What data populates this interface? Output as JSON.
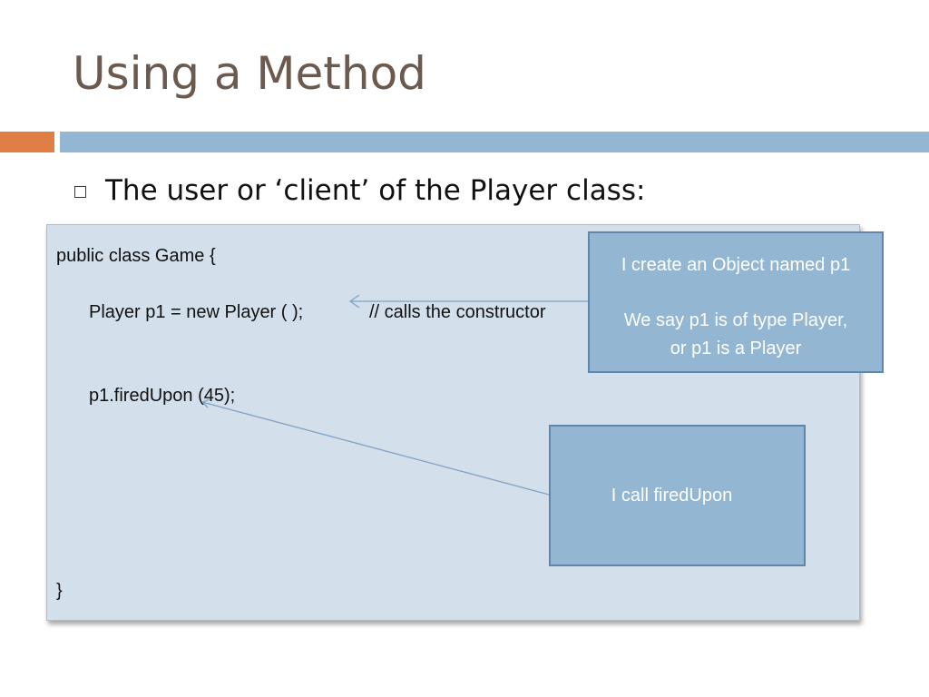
{
  "slide": {
    "title": "Using a Method",
    "accent_color": "#e07f45",
    "band_color": "#93b6d3",
    "title_color": "#6b5a4d"
  },
  "bullet": {
    "text": "The user or ‘client’ of the Player class:",
    "icon": "hollow-square-bullet-icon"
  },
  "code": {
    "line1": "public class Game {",
    "line2": "Player p1 = new Player ( );",
    "line2_comment": "// calls the constructor",
    "line3": "p1.firedUpon (45);",
    "line4": "}"
  },
  "callouts": {
    "first": {
      "line1": "I create an Object named p1",
      "line2": "We say p1 is of type Player,",
      "line3": "or p1 is a Player"
    },
    "second": {
      "text": "I call firedUpon"
    },
    "fill_color": "#93b6d3",
    "border_color": "#5f86ab"
  }
}
